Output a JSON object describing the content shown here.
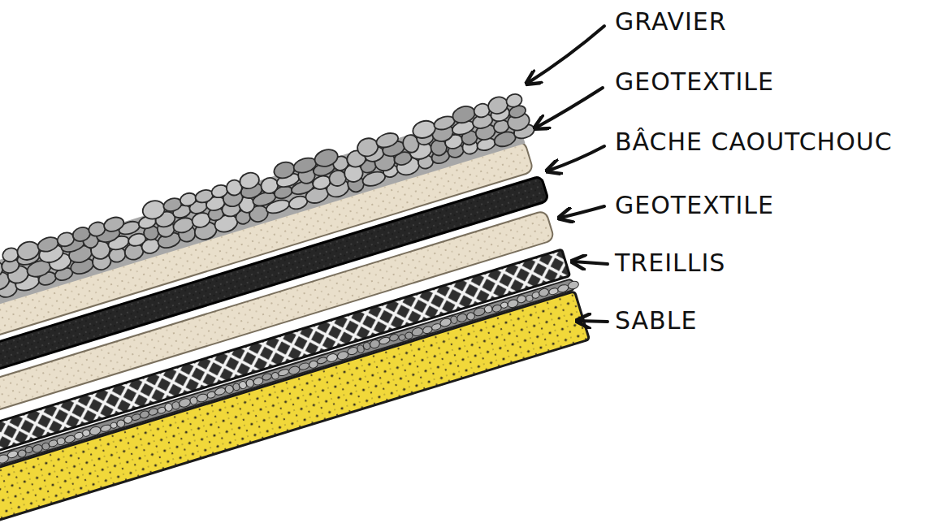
{
  "diagram": {
    "labels": [
      "GRAVIER",
      "GEOTEXTILE",
      "BÂCHE CAOUTCHOUC",
      "GEOTEXTILE",
      "TREILLIS",
      "SABLE"
    ]
  }
}
